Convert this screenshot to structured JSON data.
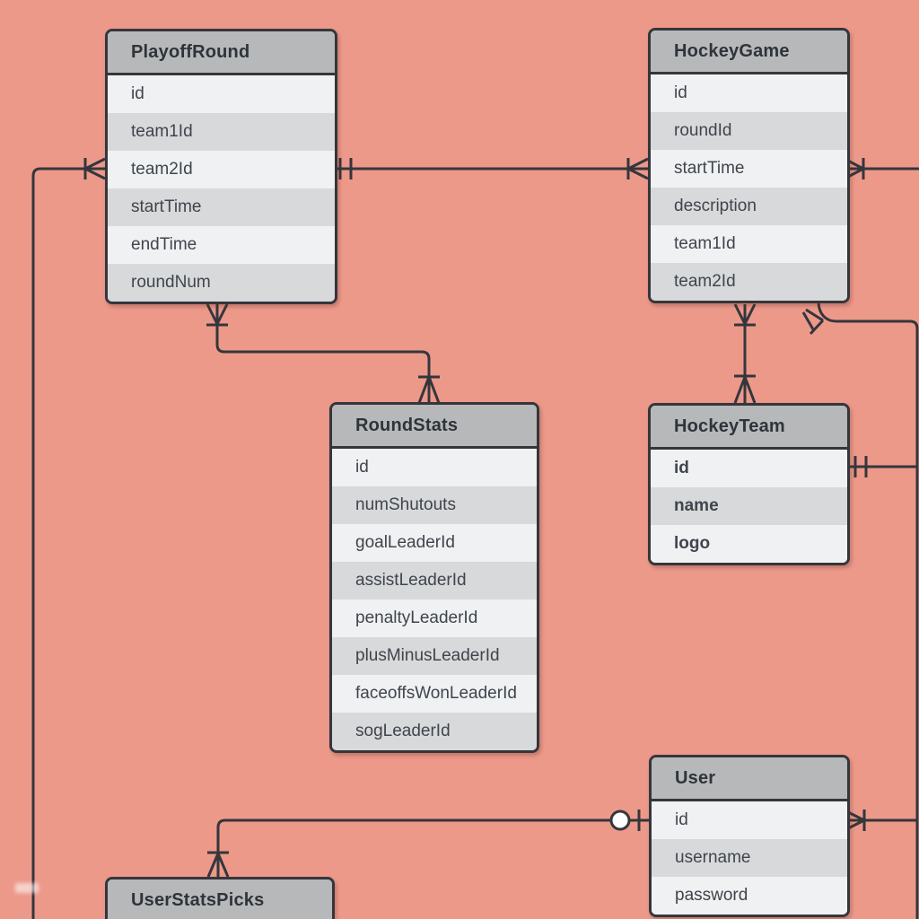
{
  "diagram": {
    "entities": [
      {
        "name": "PlayoffRound",
        "fields": [
          "id",
          "team1Id",
          "team2Id",
          "startTime",
          "endTime",
          "roundNum"
        ],
        "fields_bold": false
      },
      {
        "name": "HockeyGame",
        "fields": [
          "id",
          "roundId",
          "startTime",
          "description",
          "team1Id",
          "team2Id"
        ],
        "fields_bold": false
      },
      {
        "name": "RoundStats",
        "fields": [
          "id",
          "numShutouts",
          "goalLeaderId",
          "assistLeaderId",
          "penaltyLeaderId",
          "plusMinusLeaderId",
          "faceoffsWonLeaderId",
          "sogLeaderId"
        ],
        "fields_bold": false
      },
      {
        "name": "HockeyTeam",
        "fields": [
          "id",
          "name",
          "logo"
        ],
        "fields_bold": true
      },
      {
        "name": "User",
        "fields": [
          "id",
          "username",
          "password"
        ],
        "fields_bold": false
      },
      {
        "name": "UserStatsPicks",
        "fields": [],
        "fields_bold": false
      }
    ],
    "relationships": [
      {
        "id": "conn-playoffround-left-rail",
        "from": "PlayoffRound",
        "to": "left-rail-offscreen",
        "from_cardinality": "one-or-many"
      },
      {
        "id": "conn-playoffround-hockeygame",
        "from": "PlayoffRound",
        "to": "HockeyGame",
        "from_cardinality": "one-and-only-one",
        "to_cardinality": "one-or-many"
      },
      {
        "id": "conn-hockeygame-right-exit",
        "from": "HockeyGame",
        "to": "right-edge-offscreen",
        "from_cardinality": "one-or-many"
      },
      {
        "id": "conn-playoffround-roundstats",
        "from": "PlayoffRound",
        "to": "RoundStats",
        "from_cardinality": "one-or-many",
        "to_cardinality": "one-or-many"
      },
      {
        "id": "conn-hockeygame-hockeyteam",
        "from": "HockeyGame",
        "to": "HockeyTeam",
        "from_cardinality": "one-or-many",
        "to_cardinality": "one-or-many"
      },
      {
        "id": "conn-hockeygame-right-rail",
        "from": "HockeyGame",
        "to": "right-rail",
        "from_cardinality": "one-or-many"
      },
      {
        "id": "conn-hockeyteam-right-rail",
        "from": "HockeyTeam",
        "to": "right-rail",
        "from_cardinality": "one-and-only-one"
      },
      {
        "id": "conn-user-userstatspicks",
        "from": "User",
        "to": "UserStatsPicks",
        "from_cardinality": "zero-or-one",
        "to_cardinality": "one-or-many"
      },
      {
        "id": "conn-user-right-rail",
        "from": "User",
        "to": "right-rail",
        "from_cardinality": "one-or-many"
      }
    ],
    "colors": {
      "background": "#ec998a",
      "header_fill": "#b7b8b9",
      "row_light": "#f0f1f2",
      "row_dark": "#d8d9da",
      "line": "#35363c",
      "header_text": "#2e343a",
      "row_text": "#3f454d"
    }
  }
}
